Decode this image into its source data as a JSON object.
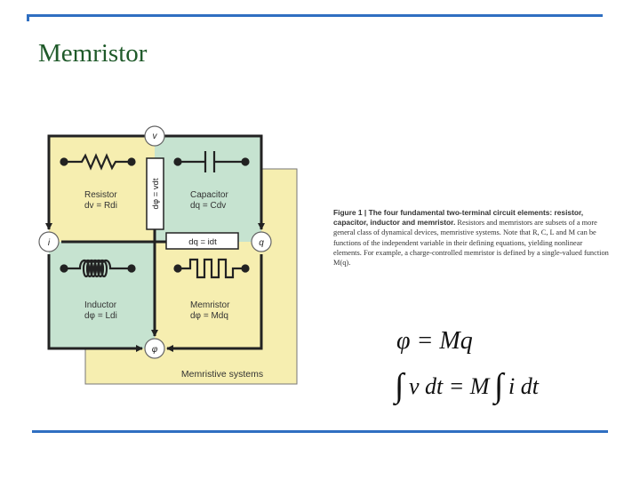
{
  "slide": {
    "title": "Memristor",
    "colors": {
      "accent_rule": "#2f6fc1",
      "title": "#1f5a2a",
      "yellow": "#f6eeb0",
      "green": "#c6e3d0"
    }
  },
  "figure": {
    "nodes": {
      "top": "v",
      "left": "i",
      "right": "q",
      "bottom": "φ"
    },
    "quadrants": [
      {
        "name": "Resistor",
        "relation": "dv = Rdi"
      },
      {
        "name": "Capacitor",
        "relation": "dq = Cdv"
      },
      {
        "name": "Inductor",
        "relation": "dφ = Ldi"
      },
      {
        "name": "Memristor",
        "relation": "dφ = Mdq"
      }
    ],
    "vertical_relation": "dφ = vdt",
    "horizontal_relation": "dq = idt",
    "background_label": "Memristive systems",
    "icons": [
      "resistor-icon",
      "capacitor-icon",
      "inductor-icon",
      "memristor-icon"
    ]
  },
  "caption": {
    "bold": "Figure 1 | The four fundamental two-terminal circuit elements: resistor, capacitor, inductor and memristor.",
    "text": " Resistors and memristors are subsets of a more general class of dynamical devices, memristive systems. Note that R, C, L and M can be functions of the independent variable in their defining equations, yielding nonlinear elements. For example, a charge-controlled memristor is defined by a single-valued function M(q)."
  },
  "equations": {
    "line1": "φ = Mq",
    "line2_int1": "∫",
    "line2_a": "v dt = M",
    "line2_int2": "∫",
    "line2_b": "i dt"
  }
}
